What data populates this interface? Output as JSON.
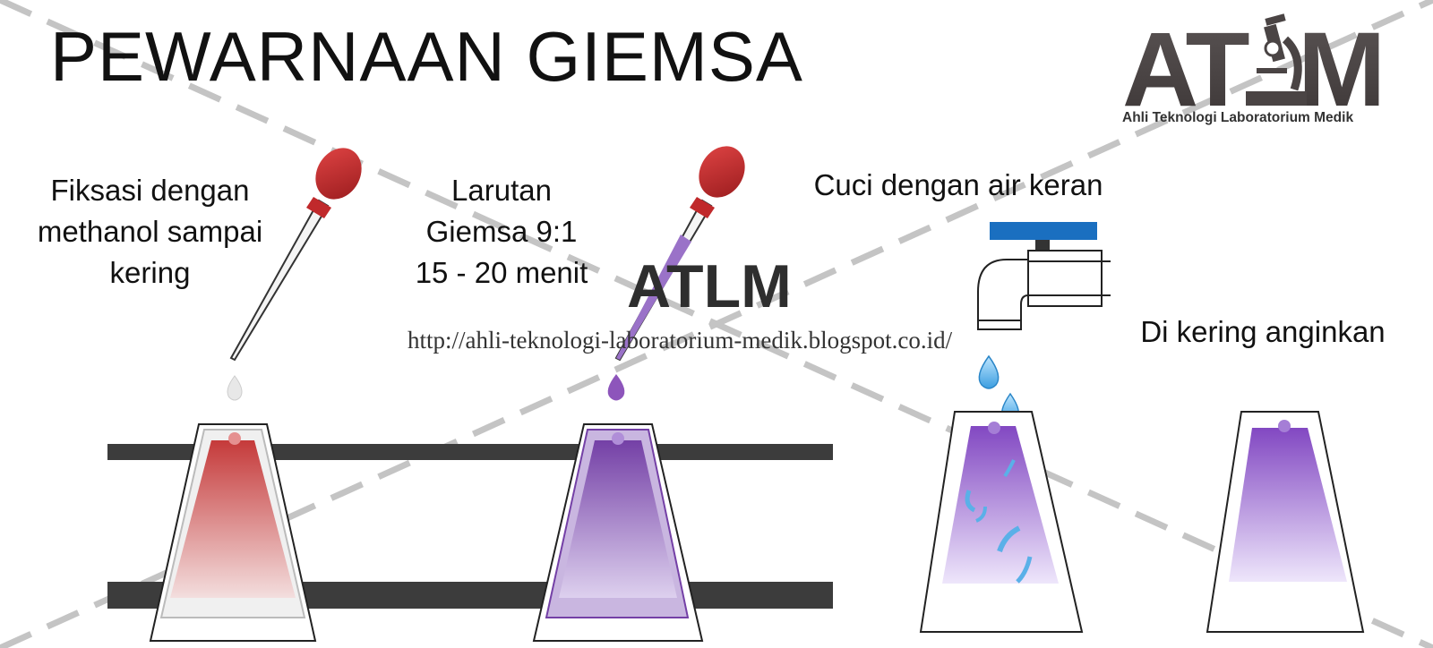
{
  "title": "PEWARNAAN GIEMSA",
  "logo": {
    "mark": "ATLM",
    "subtitle": "Ahli Teknologi Laboratorium Medik",
    "icon": "microscope-icon"
  },
  "watermark": {
    "text": "ATLM",
    "url": "http://ahli-teknologi-laboratorium-medik.blogspot.co.id/"
  },
  "steps": [
    {
      "lines": [
        "Fiksasi dengan",
        "methanol sampai",
        "kering"
      ],
      "tool": "dropper-icon",
      "color": "#c53a3a"
    },
    {
      "lines": [
        "Larutan",
        "Giemsa 9:1",
        "15 - 20 menit"
      ],
      "tool": "dropper-icon",
      "color": "#7a4aa8"
    },
    {
      "lines": [
        "Cuci dengan air keran"
      ],
      "tool": "faucet-icon",
      "color": "#8a5ac0"
    },
    {
      "lines": [
        "Di kering anginkan"
      ],
      "tool": "",
      "color": "#8a5ac0"
    }
  ],
  "colors": {
    "dropper_bulb": "#c0292b",
    "stain_red": "#c53a3a",
    "stain_purple": "#7a4aa8",
    "water": "#5ab0e8",
    "faucet_handle": "#1a6fc0",
    "rack_bar": "#3c3c3c",
    "watermark_line": "#bbbbbb"
  }
}
